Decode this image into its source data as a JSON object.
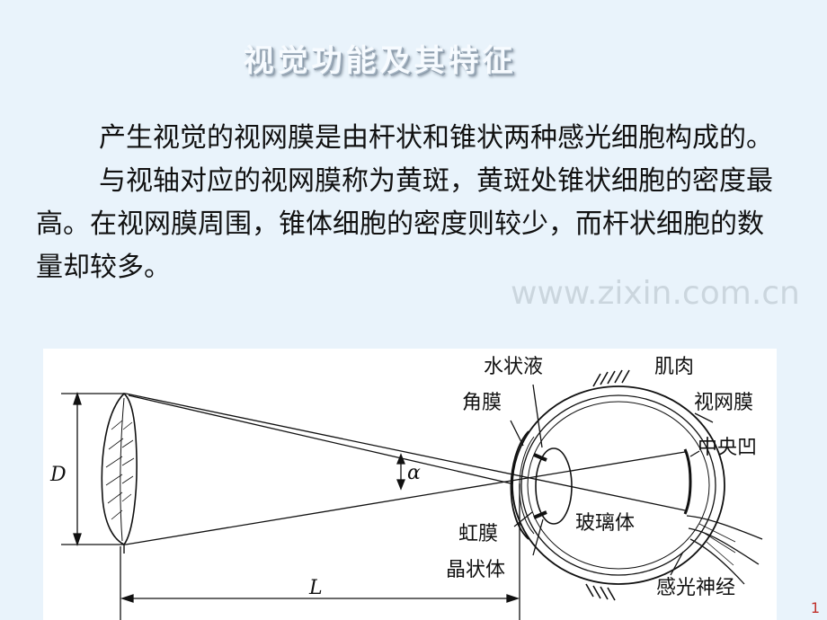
{
  "slide": {
    "title": "视觉功能及其特征",
    "paragraphs": [
      "产生视觉的视网膜是由杆状和锥状两种感光细胞构成的。",
      "与视轴对应的视网膜称为黄斑，黄斑处锥状细胞的密度最高。在视网膜周围，锥体细胞的密度则较少，而杆状细胞的数量却较多。"
    ],
    "watermark": "www.zixin.com.cn",
    "page_number": "1"
  },
  "figure": {
    "labels": {
      "aqueous_humor": "水状液",
      "muscle": "肌肉",
      "cornea": "角膜",
      "retina": "视网膜",
      "fovea": "中央凹",
      "alpha": "α",
      "iris": "虹膜",
      "vitreous_body": "玻璃体",
      "lens": "晶状体",
      "optic_nerve": "感光神经",
      "dimension_d": "D",
      "dimension_l": "L"
    }
  }
}
